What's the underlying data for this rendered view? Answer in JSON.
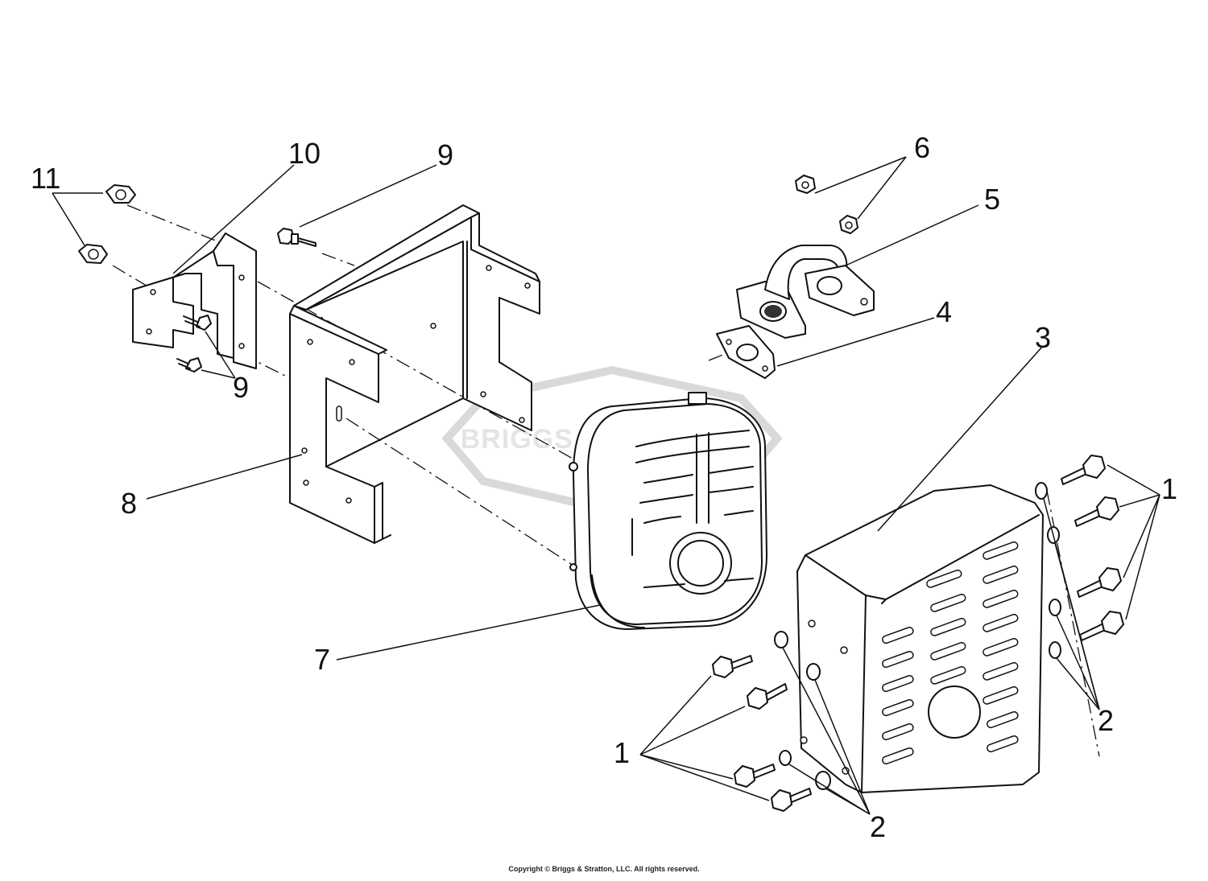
{
  "callouts": {
    "c1a": "1",
    "c1b": "1",
    "c2a": "2",
    "c2b": "2",
    "c3": "3",
    "c4": "4",
    "c5": "5",
    "c6": "6",
    "c7": "7",
    "c8": "8",
    "c9a": "9",
    "c9b": "9",
    "c10": "10",
    "c11": "11"
  },
  "watermark": "BRIGGS & STRATTON",
  "footer": {
    "copyright": "Copyright © Briggs & Stratton, LLC. All rights reserved."
  }
}
